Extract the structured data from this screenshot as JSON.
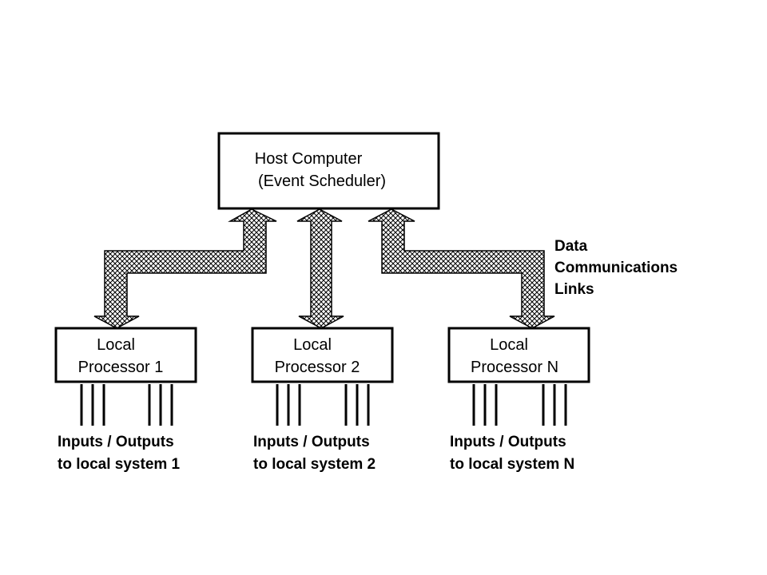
{
  "host": {
    "line1": "Host Computer",
    "line2": "(Event Scheduler)"
  },
  "links_label": {
    "line1": "Data",
    "line2": "Communications",
    "line3": "Links"
  },
  "processors": [
    {
      "line1": "Local",
      "line2": "Processor 1",
      "io_line1": "Inputs / Outputs",
      "io_line2": "to local system 1"
    },
    {
      "line1": "Local",
      "line2": "Processor 2",
      "io_line1": "Inputs / Outputs",
      "io_line2": "to local system 2"
    },
    {
      "line1": "Local",
      "line2": "Processor N",
      "io_line1": "Inputs / Outputs",
      "io_line2": "to local system N"
    }
  ],
  "colors": {
    "line": "#000000",
    "background": "#ffffff"
  }
}
